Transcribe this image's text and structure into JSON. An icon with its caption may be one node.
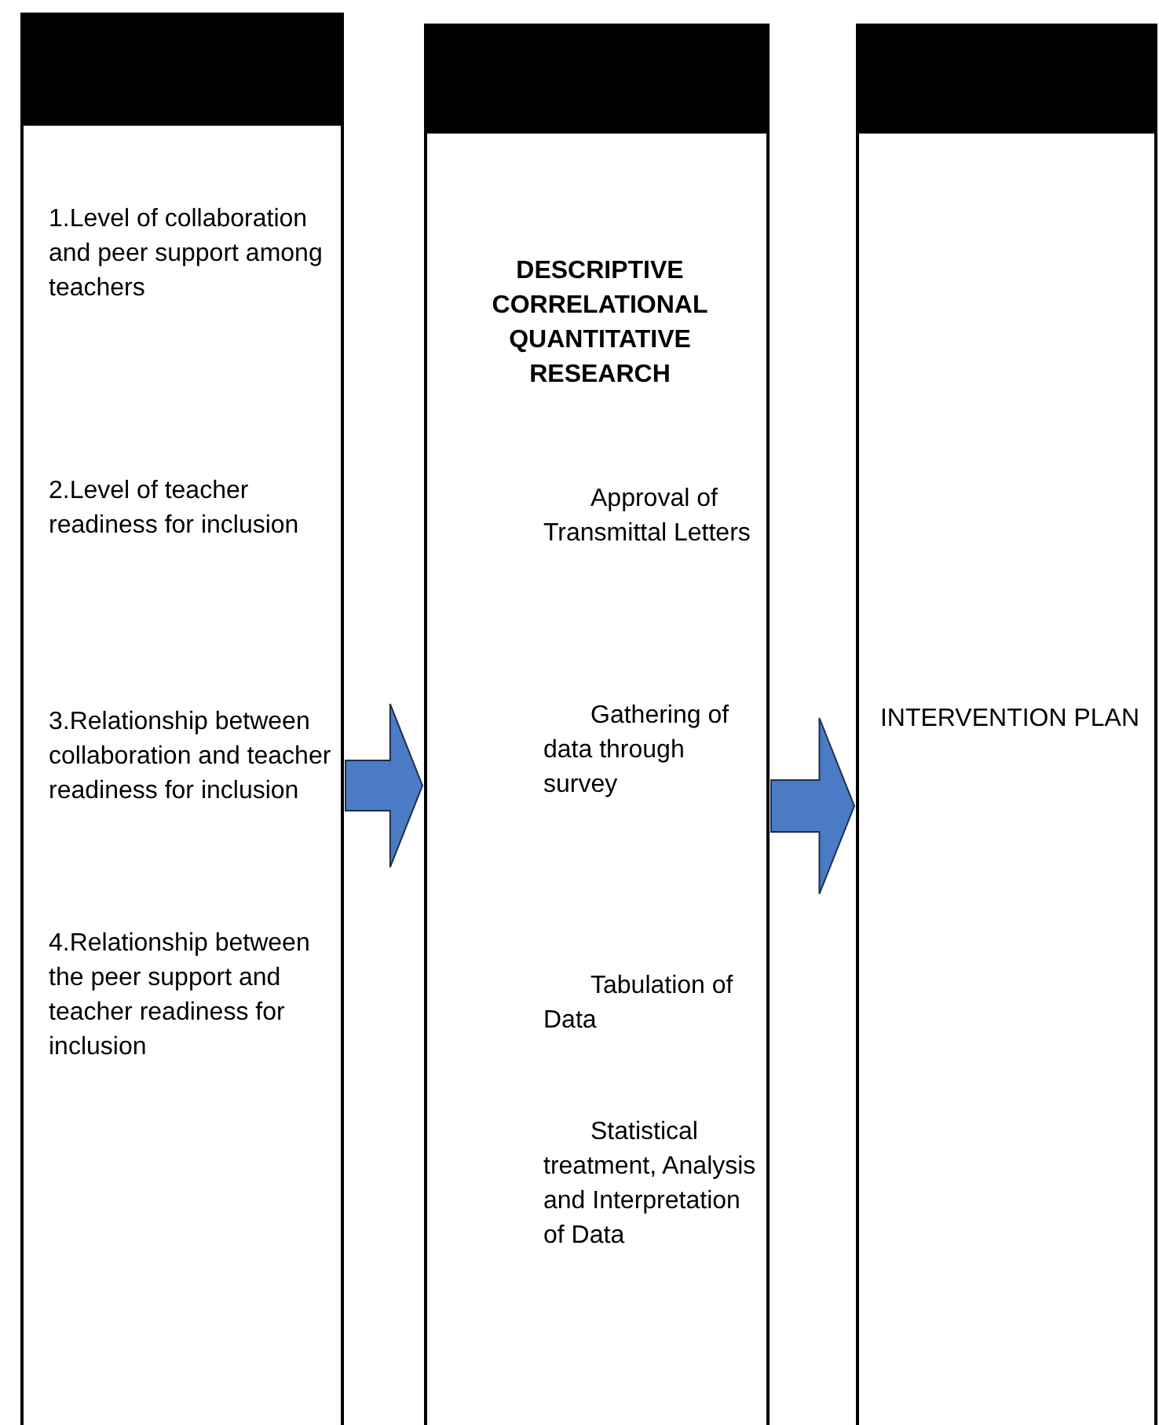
{
  "diagram": {
    "nodes": [
      {
        "text": [
          "1.Level of collaboration and peer support among teachers",
          "2.Level of teacher readiness for inclusion",
          "3.Relationship between collaboration and teacher readiness for inclusion",
          "4.Relationship between the peer support and teacher readiness for inclusion"
        ]
      },
      {
        "text": [
          "DESCRIPTIVE CORRELATIONAL QUANTITATIVE RESEARCH",
          "Approval of Transmittal Letters",
          "Gathering of data through survey",
          "Tabulation of Data",
          "Statistical treatment, Analysis and Interpretation of Data"
        ]
      },
      {
        "text": [
          "INTERVENTION PLAN"
        ]
      }
    ],
    "edges": [
      {
        "from": 0,
        "to": 1,
        "arrow": "to"
      },
      {
        "from": 1,
        "to": 2,
        "arrow": "to"
      }
    ]
  }
}
